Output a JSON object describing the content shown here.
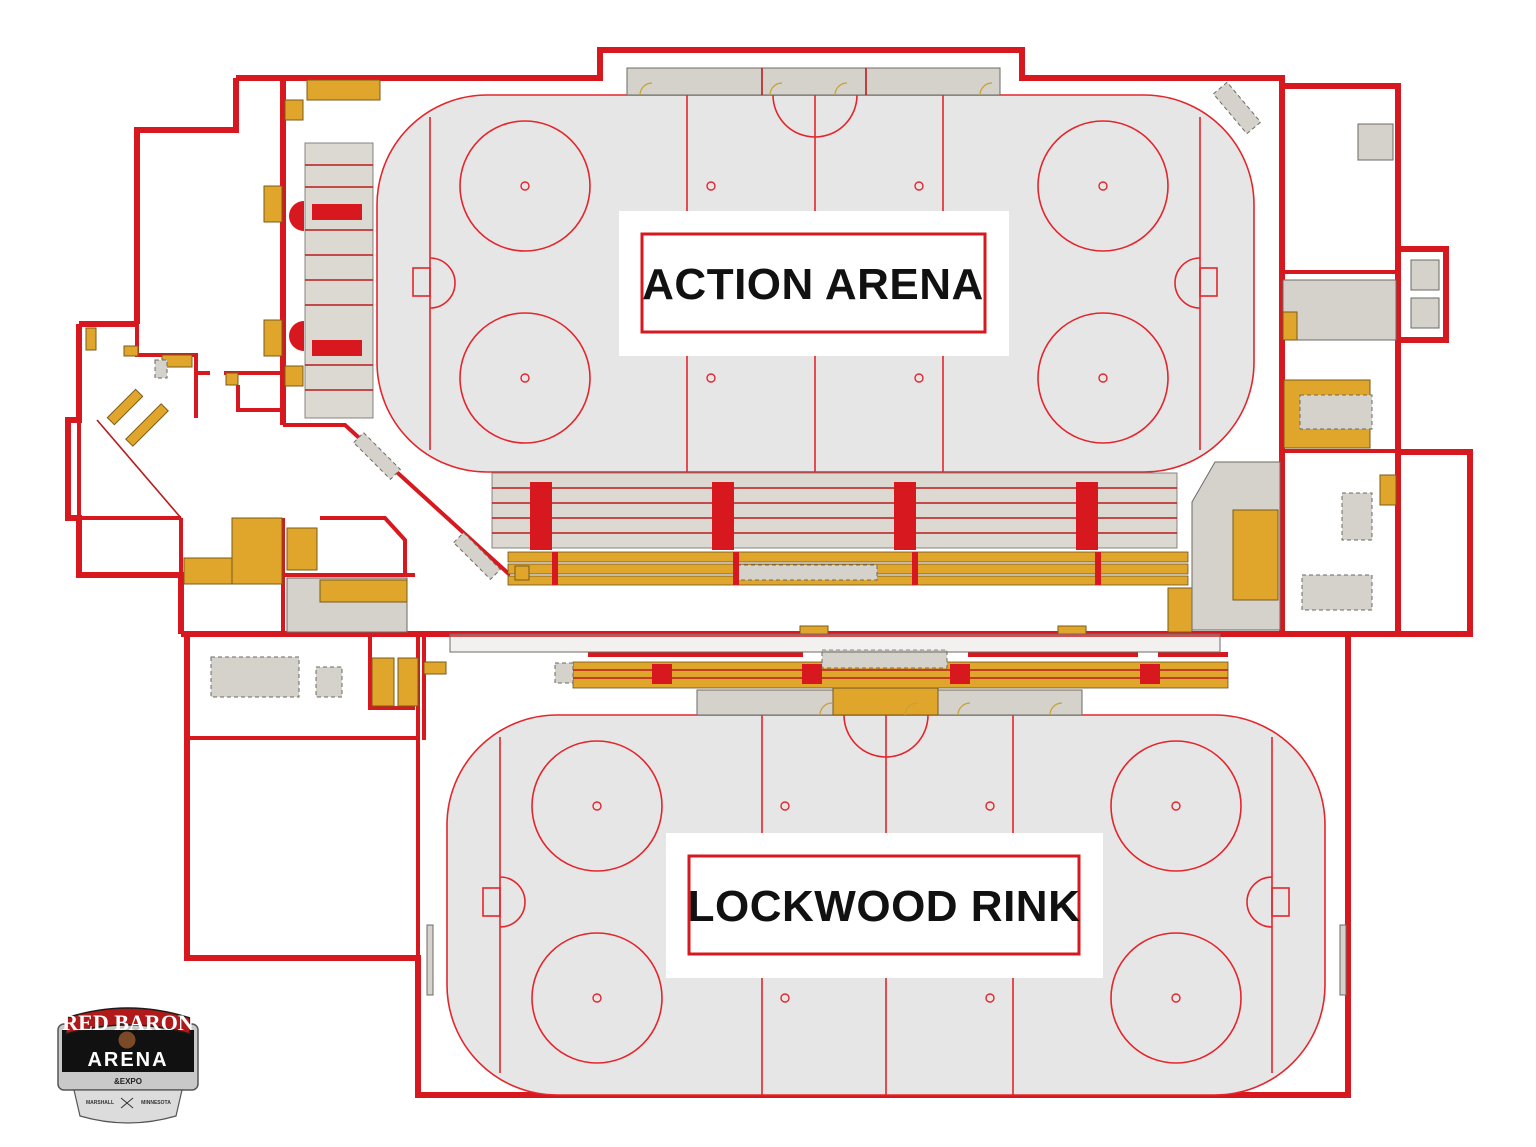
{
  "map": {
    "rinks": [
      {
        "id": "action-arena",
        "label": "ACTION ARENA"
      },
      {
        "id": "lockwood-rink",
        "label": "LOCKWOOD RINK"
      }
    ],
    "colors": {
      "walls": "#d7191f",
      "ice": "#e6e6e6",
      "rink_lines": "#e3262c",
      "seating": "#e0a62b",
      "fixtures": "#d5d1cb"
    }
  },
  "logo": {
    "line1": "RED BARON",
    "line2": "ARENA",
    "line3": "&EXPO",
    "line4_left": "MARSHALL",
    "line4_right": "MINNESOTA"
  }
}
